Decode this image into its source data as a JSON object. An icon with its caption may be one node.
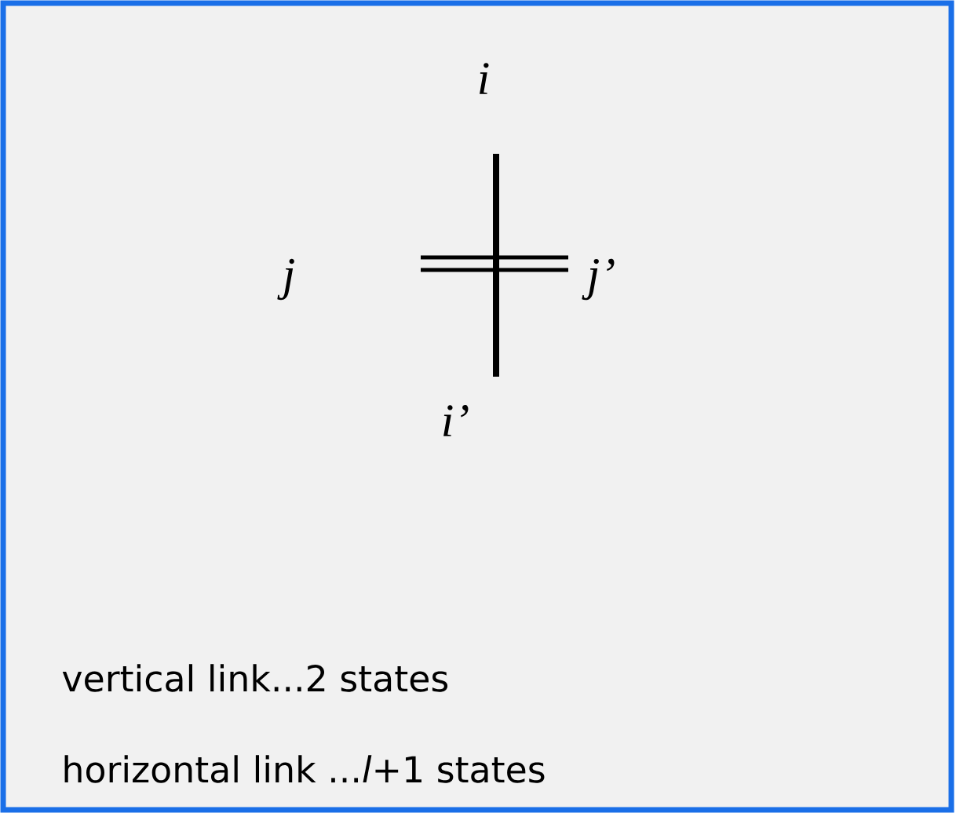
{
  "diagram": {
    "labels": [
      "i",
      "j",
      "j’",
      "i’",
      "vertical link...2 states",
      "horizontal link ...*l*+1 states"
    ]
  }
}
